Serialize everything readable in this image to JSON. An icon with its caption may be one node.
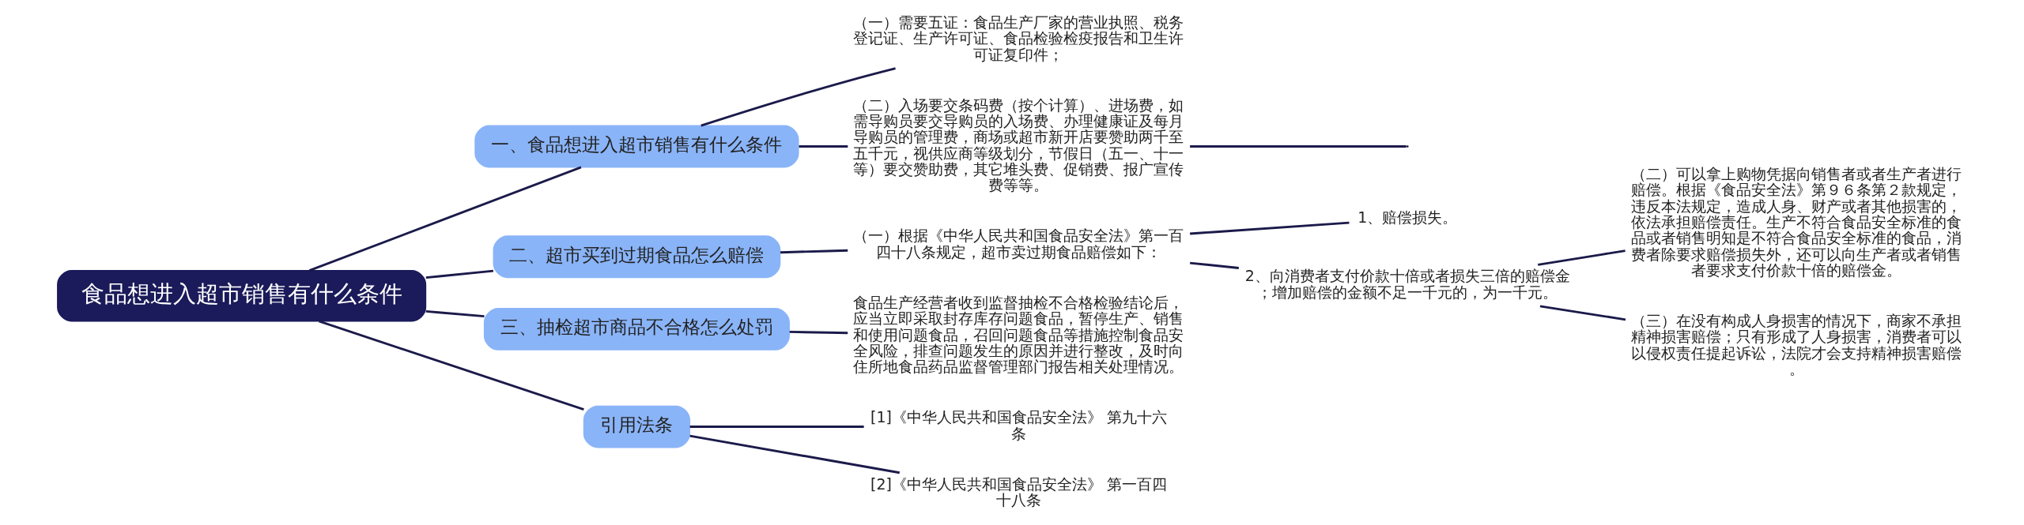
{
  "diagram": {
    "nodes": [
      {
        "text": [
          "食品想进入超市销售有什么条件"
        ]
      },
      {
        "text": [
          "一、食品想进入超市销售有什么条件"
        ]
      },
      {
        "text": [
          "（一）需要五证：食品生产厂家的营业执照、税务登记证、生产许可证、食品检验检疫报告和卫生许可证复印件；"
        ]
      },
      {
        "text": [
          "（二）入场要交条码费（按个计算）、进场费，如需导购员要交导购员的入场费、办理健康证及每月导购员的管理费，商场或超市新开店要赞助两千至五千元，视供应商等级划分，节假日（五一、十一等）要交赞助费，其它堆头费、促销费、报广宣传费等等。"
        ]
      },
      {
        "text": [
          "二、超市买到过期食品怎么赔偿"
        ]
      },
      {
        "text": [
          "（一）根据《中华人民共和国食品安全法》第一百四十八条规定，超市卖过期食品赔偿如下："
        ]
      },
      {
        "text": [
          "1、赔偿损失。"
        ]
      },
      {
        "text": [
          "2、向消费者支付价款十倍或者损失三倍的赔偿金；增加赔偿的金额不足一千元的，为一千元。"
        ]
      },
      {
        "text": [
          "（二）可以拿上购物凭据向销售者或者生产者进行赔偿。根据《食品安全法》第９６条第２款规定，违反本法规定，造成人身、财产或者其他损害的，依法承担赔偿责任。生产不符合食品安全标准的食品或者销售明知是不符合食品安全标准的食品，消费者除要求赔偿损失外，还可以向生产者或者销售者要求支付价款十倍的赔偿金。"
        ]
      },
      {
        "text": [
          "（三）在没有构成人身损害的情况下，商家不承担精神损害赔偿；只有形成了人身损害，消费者可以以侵权责任提起诉讼，法院才会支持精神损害赔偿。"
        ]
      },
      {
        "text": [
          "三、抽检超市商品不合格怎么处罚"
        ]
      },
      {
        "text": [
          "食品生产经营者收到监督抽检不合格检验结论后，应当立即采取封存库存问题食品，暂停生产、销售和使用问题食品，召回问题食品等措施控制食品安全风险，排查问题发生的原因并进行整改，及时向住所地食品药品监督管理部门报告相关处理情况。"
        ]
      },
      {
        "text": [
          "引用法条"
        ]
      },
      {
        "text": [
          "[1]《中华人民共和国食品安全法》 第九十六条"
        ]
      },
      {
        "text": [
          "[2]《中华人民共和国食品安全法》 第一百四十八条"
        ]
      }
    ],
    "edges": [
      {
        "from": 0,
        "to": 1,
        "arrow": "none"
      },
      {
        "from": 1,
        "to": 2,
        "arrow": "none"
      },
      {
        "from": 1,
        "to": 3,
        "arrow": "none"
      },
      {
        "from": 3,
        "to": null,
        "arrow": "none"
      },
      {
        "from": 0,
        "to": 4,
        "arrow": "none"
      },
      {
        "from": 4,
        "to": 5,
        "arrow": "none"
      },
      {
        "from": 5,
        "to": 6,
        "arrow": "none"
      },
      {
        "from": 5,
        "to": 7,
        "arrow": "none"
      },
      {
        "from": 7,
        "to": 8,
        "arrow": "none"
      },
      {
        "from": 7,
        "to": 9,
        "arrow": "none"
      },
      {
        "from": 0,
        "to": 10,
        "arrow": "none"
      },
      {
        "from": 10,
        "to": 11,
        "arrow": "none"
      },
      {
        "from": 0,
        "to": 12,
        "arrow": "none"
      },
      {
        "from": 12,
        "to": 13,
        "arrow": "none"
      },
      {
        "from": 12,
        "to": 14,
        "arrow": "none"
      }
    ]
  }
}
